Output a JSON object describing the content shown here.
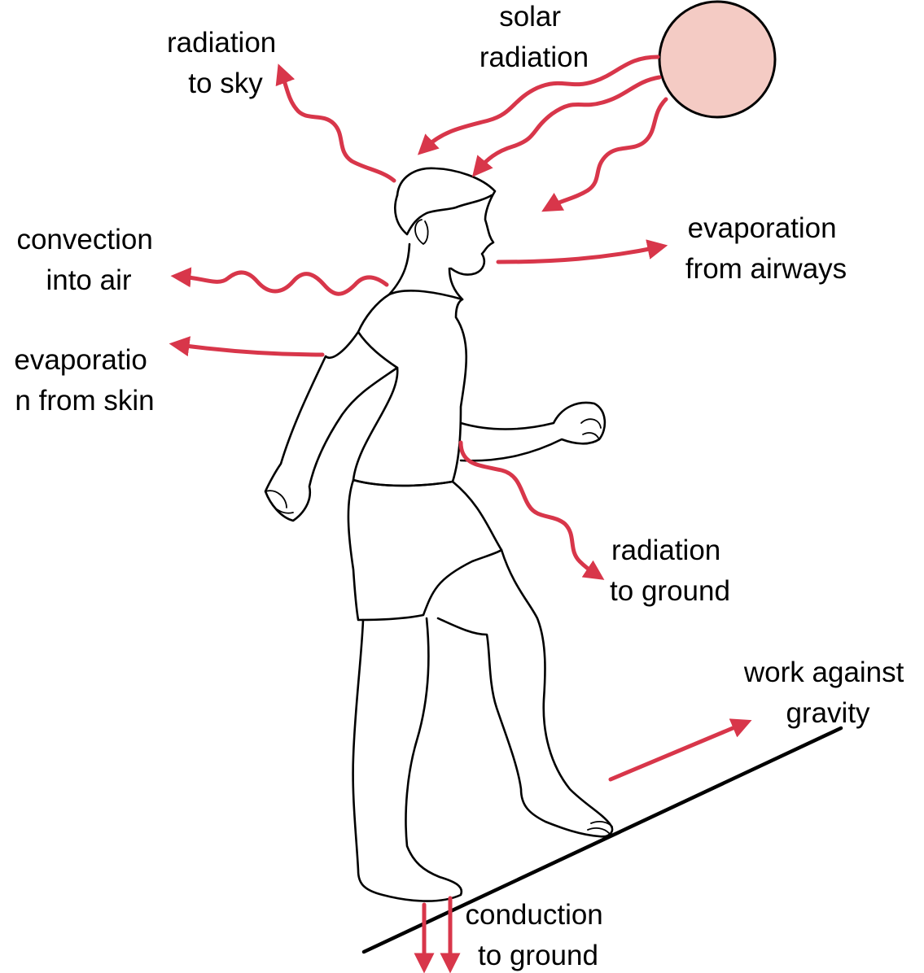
{
  "colors": {
    "arrow": "#d8364a",
    "sun_fill": "#f4cbc4",
    "ink": "#000000"
  },
  "sun": {
    "icon": "sun-circle"
  },
  "labels": {
    "solar_radiation": [
      "solar",
      "radiation"
    ],
    "radiation_to_sky": [
      "radiation",
      "to sky"
    ],
    "convection_into_air": [
      "convection",
      "into air"
    ],
    "evaporation_from_skin": [
      "evaporatio",
      "n from skin"
    ],
    "evaporation_from_airways": [
      "evaporation",
      "from airways"
    ],
    "radiation_to_ground": [
      "radiation",
      "to ground"
    ],
    "work_against_gravity": [
      "work against",
      "gravity"
    ],
    "conduction_to_ground": [
      "conduction",
      "to ground"
    ]
  }
}
